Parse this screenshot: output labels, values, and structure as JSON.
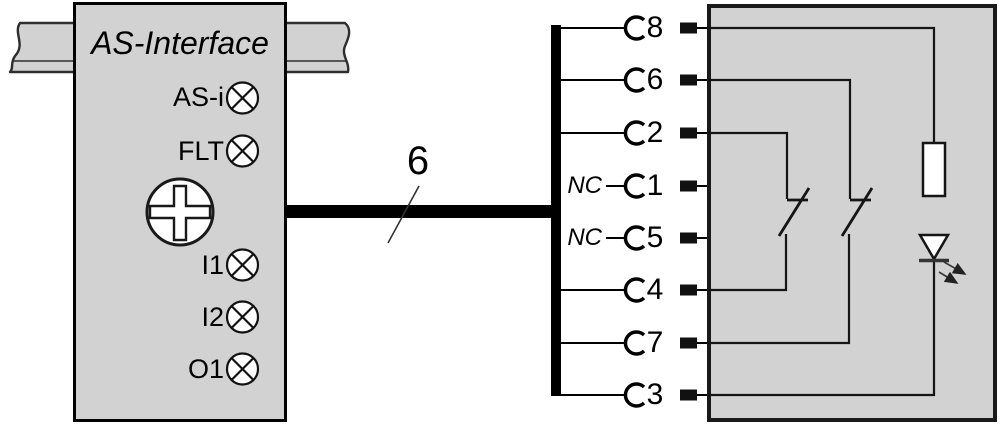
{
  "module": {
    "title": "AS-Interface",
    "status_leds": [
      {
        "label": "AS-i",
        "icon": "lamp-icon"
      },
      {
        "label": "FLT",
        "icon": "lamp-icon"
      }
    ],
    "io_leds": [
      {
        "label": "I1",
        "icon": "lamp-icon"
      },
      {
        "label": "I2",
        "icon": "lamp-icon"
      },
      {
        "label": "O1",
        "icon": "lamp-icon"
      }
    ],
    "addressing_screw_icon": "phillips-screw-icon"
  },
  "cable": {
    "wire_count": "6"
  },
  "connector": {
    "pins": [
      {
        "number": "8"
      },
      {
        "number": "6"
      },
      {
        "number": "2"
      },
      {
        "number": "1",
        "nc_label": "NC"
      },
      {
        "number": "5",
        "nc_label": "NC"
      },
      {
        "number": "4"
      },
      {
        "number": "7"
      },
      {
        "number": "3"
      }
    ]
  },
  "device": {
    "components": [
      "switch-contact",
      "switch-contact",
      "resistor",
      "led"
    ]
  },
  "colors": {
    "panel_fill": "#d2d2d2",
    "module_border": "#000000",
    "device_border": "#1a1a1a",
    "wire": "#000000",
    "component_fill": "#ffffff"
  }
}
